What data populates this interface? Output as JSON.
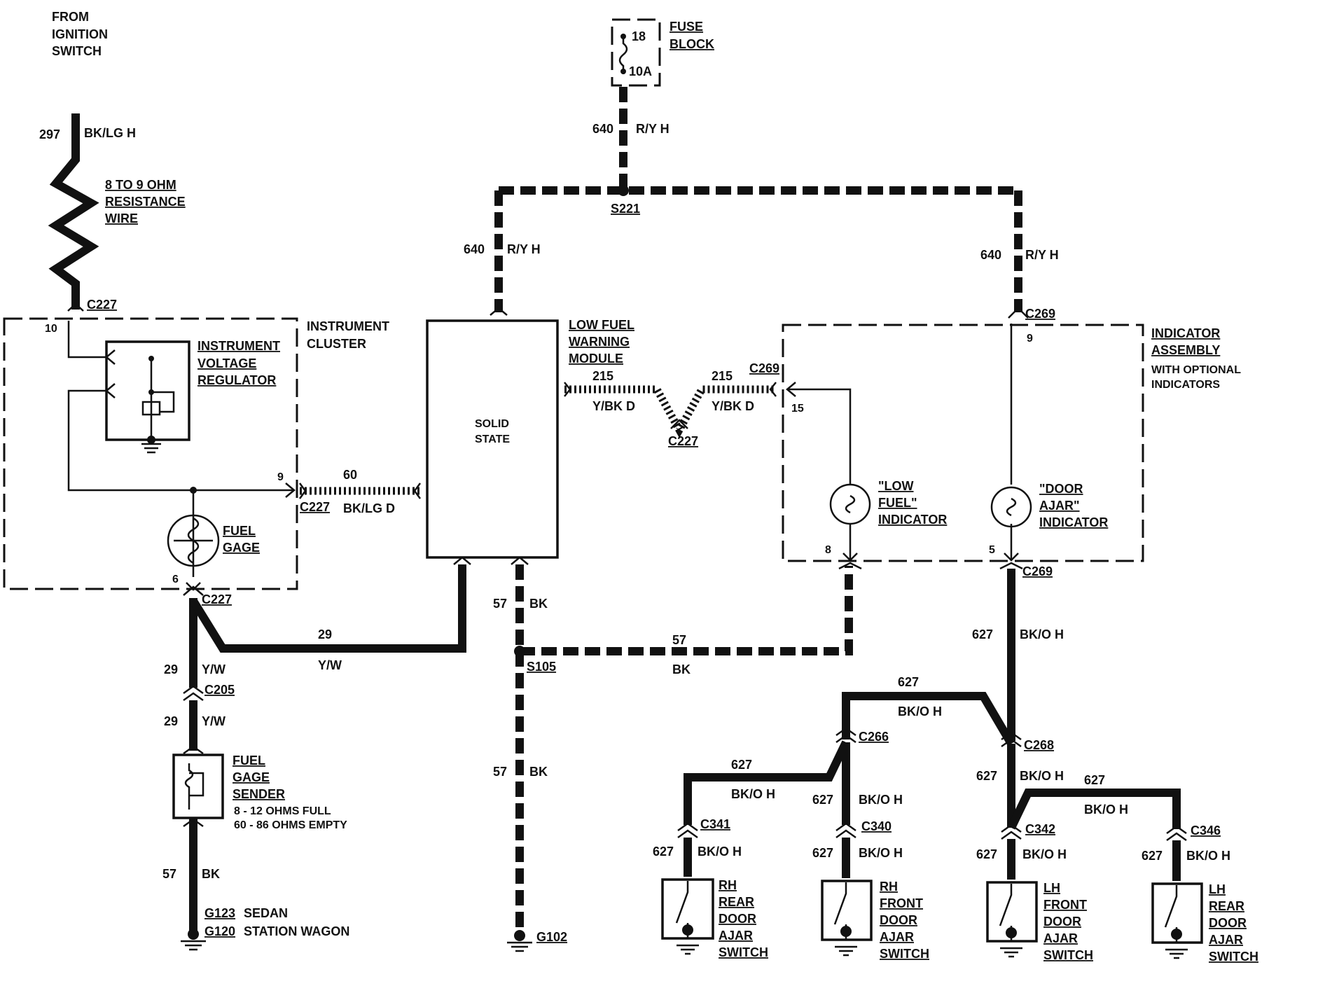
{
  "source": [
    "FROM",
    "IGNITION",
    "SWITCH"
  ],
  "fuse_block": {
    "circuit": "18",
    "rating": "10A",
    "title": [
      "FUSE",
      "BLOCK"
    ]
  },
  "resistance_wire": [
    "8 TO 9 OHM",
    "RESISTANCE",
    "WIRE"
  ],
  "instrument_cluster": {
    "title": [
      "INSTRUMENT",
      "CLUSTER"
    ],
    "ivr": [
      "INSTRUMENT",
      "VOLTAGE",
      "REGULATOR"
    ],
    "gage": [
      "FUEL",
      "GAGE"
    ],
    "pin_10": "10",
    "pin_9": "9",
    "pin_6": "6"
  },
  "low_fuel_module": {
    "title": [
      "LOW FUEL",
      "WARNING",
      "MODULE"
    ],
    "body": [
      "SOLID",
      "STATE"
    ]
  },
  "indicator_assembly": {
    "title": [
      "INDICATOR",
      "ASSEMBLY"
    ],
    "subtitle": [
      "WITH OPTIONAL",
      "INDICATORS"
    ],
    "pin_9": "9",
    "pin_15": "15",
    "pin_8": "8",
    "pin_5": "5",
    "low_fuel": [
      "\"LOW",
      "FUEL\"",
      "INDICATOR"
    ],
    "door_ajar": [
      "\"DOOR",
      "AJAR\"",
      "INDICATOR"
    ]
  },
  "fuel_gage_sender": {
    "title": [
      "FUEL",
      "GAGE",
      "SENDER"
    ],
    "spec": [
      "8 - 12 OHMS FULL",
      "60 - 86 OHMS EMPTY"
    ]
  },
  "grounds": {
    "sedan_id": "G123",
    "sedan_label": "SEDAN",
    "wagon_id": "G120",
    "wagon_label": "STATION WAGON",
    "module_ground": "G102"
  },
  "connectors": {
    "c227": "C227",
    "c269": "C269",
    "c205": "C205",
    "c266": "C266",
    "c268": "C268",
    "c341": "C341",
    "c340": "C340",
    "c342": "C342",
    "c346": "C346"
  },
  "splices": {
    "s221": "S221",
    "s105": "S105"
  },
  "wire_labels": {
    "w297": "297",
    "w297_color": "BK/LG H",
    "w640": "640",
    "w640_color": "R/Y H",
    "w215": "215",
    "w215_color": "Y/BK D",
    "w60": "60",
    "w60_color": "BK/LG D",
    "w29": "29",
    "w29_color": "Y/W",
    "w57": "57",
    "w57_color": "BK",
    "w627": "627",
    "w627_color": "BK/O H"
  },
  "switches": {
    "rh_rear": [
      "RH",
      "REAR",
      "DOOR",
      "AJAR",
      "SWITCH"
    ],
    "rh_front": [
      "RH",
      "FRONT",
      "DOOR",
      "AJAR",
      "SWITCH"
    ],
    "lh_front": [
      "LH",
      "FRONT",
      "DOOR",
      "AJAR",
      "SWITCH"
    ],
    "lh_rear": [
      "LH",
      "REAR",
      "DOOR",
      "AJAR",
      "SWITCH"
    ]
  }
}
